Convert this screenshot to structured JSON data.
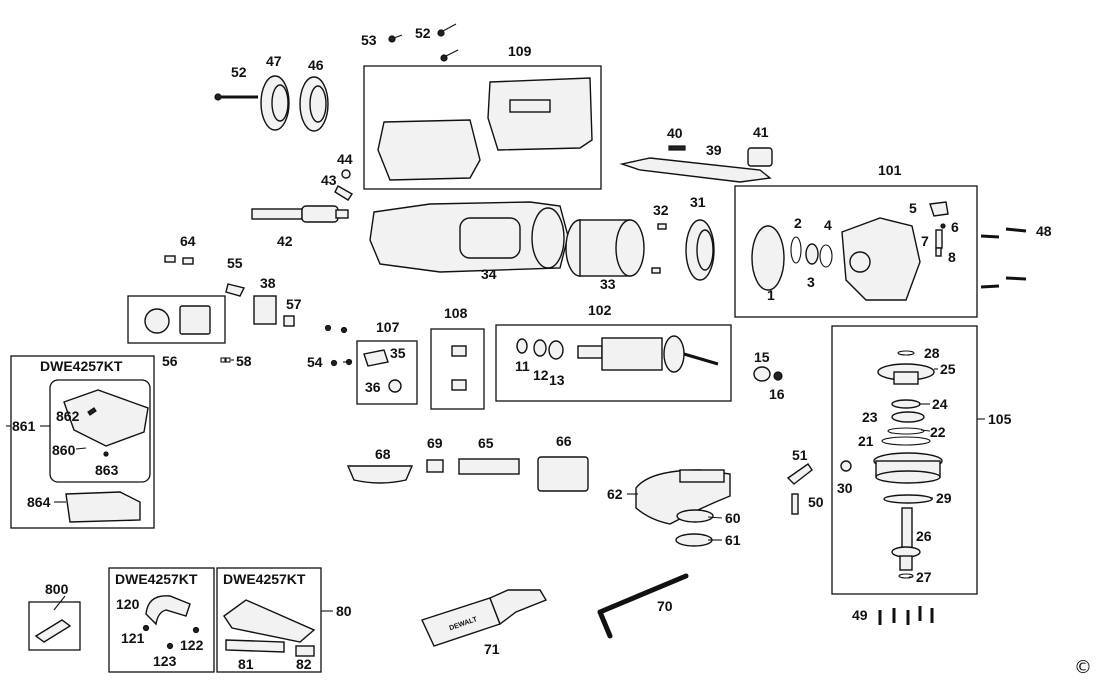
{
  "kit_titles": {
    "case_kit": "DWE4257KT",
    "handle_kit": "DWE4257KT",
    "guard_kit": "DWE4257KT"
  },
  "copyright_symbol": "©",
  "part_labels": {
    "p1": "1",
    "p2": "2",
    "p3": "3",
    "p4": "4",
    "p5": "5",
    "p6": "6",
    "p7": "7",
    "p8": "8",
    "p11": "11",
    "p12": "12",
    "p13": "13",
    "p16": "16",
    "p15": "15",
    "p21": "21",
    "p22": "22",
    "p23": "23",
    "p24": "24",
    "p25": "25",
    "p26": "26",
    "p27": "27",
    "p28": "28",
    "p29": "29",
    "p30": "30",
    "p31": "31",
    "p32": "32",
    "p33": "33",
    "p34": "34",
    "p35": "35",
    "p36": "36",
    "p38": "38",
    "p39": "39",
    "p40": "40",
    "p41": "41",
    "p42": "42",
    "p43": "43",
    "p44": "44",
    "p46": "46",
    "p47": "47",
    "p48": "48",
    "p49": "49",
    "p50": "50",
    "p51": "51",
    "p52a": "52",
    "p52b": "52",
    "p53": "53",
    "p54": "54",
    "p55": "55",
    "p56": "56",
    "p57": "57",
    "p58": "58",
    "p60": "60",
    "p61": "61",
    "p62": "62",
    "p64": "64",
    "p65": "65",
    "p66": "66",
    "p68": "68",
    "p69": "69",
    "p70": "70",
    "p71": "71",
    "p80": "80",
    "p81": "81",
    "p82": "82",
    "p800": "800",
    "p101": "101",
    "p102": "102",
    "p105": "105",
    "p107": "107",
    "p108": "108",
    "p109": "109",
    "p120": "120",
    "p121": "121",
    "p122": "122",
    "p123": "123",
    "p860": "860",
    "p861": "861",
    "p862": "862",
    "p863": "863",
    "p864": "864"
  },
  "handle_brand_text": "DEWALT"
}
